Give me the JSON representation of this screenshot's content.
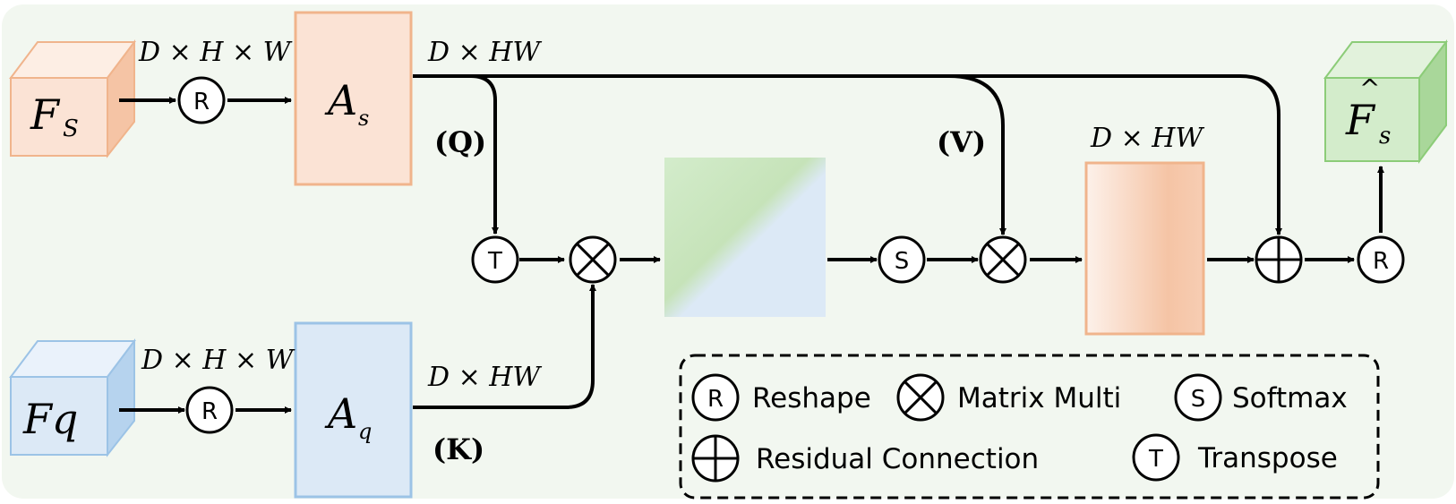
{
  "nodes": {
    "fs": {
      "label": "F",
      "sub": "S"
    },
    "fq": {
      "label": "Fq"
    },
    "as": {
      "label": "A",
      "sub": "s"
    },
    "aq": {
      "label": "A",
      "sub": "q"
    },
    "fhat": {
      "label": "F",
      "sub": "s",
      "hat": "^"
    }
  },
  "dims": {
    "dhw_top": "D × H × W",
    "dhw_bottom": "D × H × W",
    "d_hw_top": "D × HW",
    "d_hw_bottom": "D × HW",
    "d_hw_out": "D × HW"
  },
  "branch_labels": {
    "q": "(Q)",
    "k": "(K)",
    "v": "(V)"
  },
  "ops": {
    "reshape": "R",
    "transpose": "T",
    "softmax": "S"
  },
  "legend": {
    "reshape": "Reshape",
    "matrix_multi": "Matrix Multi",
    "softmax": "Softmax",
    "residual": "Residual Connection",
    "transpose": "Transpose"
  },
  "colors": {
    "background": "#f2f7f0",
    "orange_fill": "#fbe3d5",
    "orange_side": "#f5c4a5",
    "orange_stroke": "#f0b48c",
    "blue_fill": "#dce9f6",
    "blue_side": "#b6d3ee",
    "blue_stroke": "#9cc3e6",
    "green_fill": "#d3eccb",
    "green_side": "#a9d79a",
    "green_stroke": "#8ccc78"
  }
}
